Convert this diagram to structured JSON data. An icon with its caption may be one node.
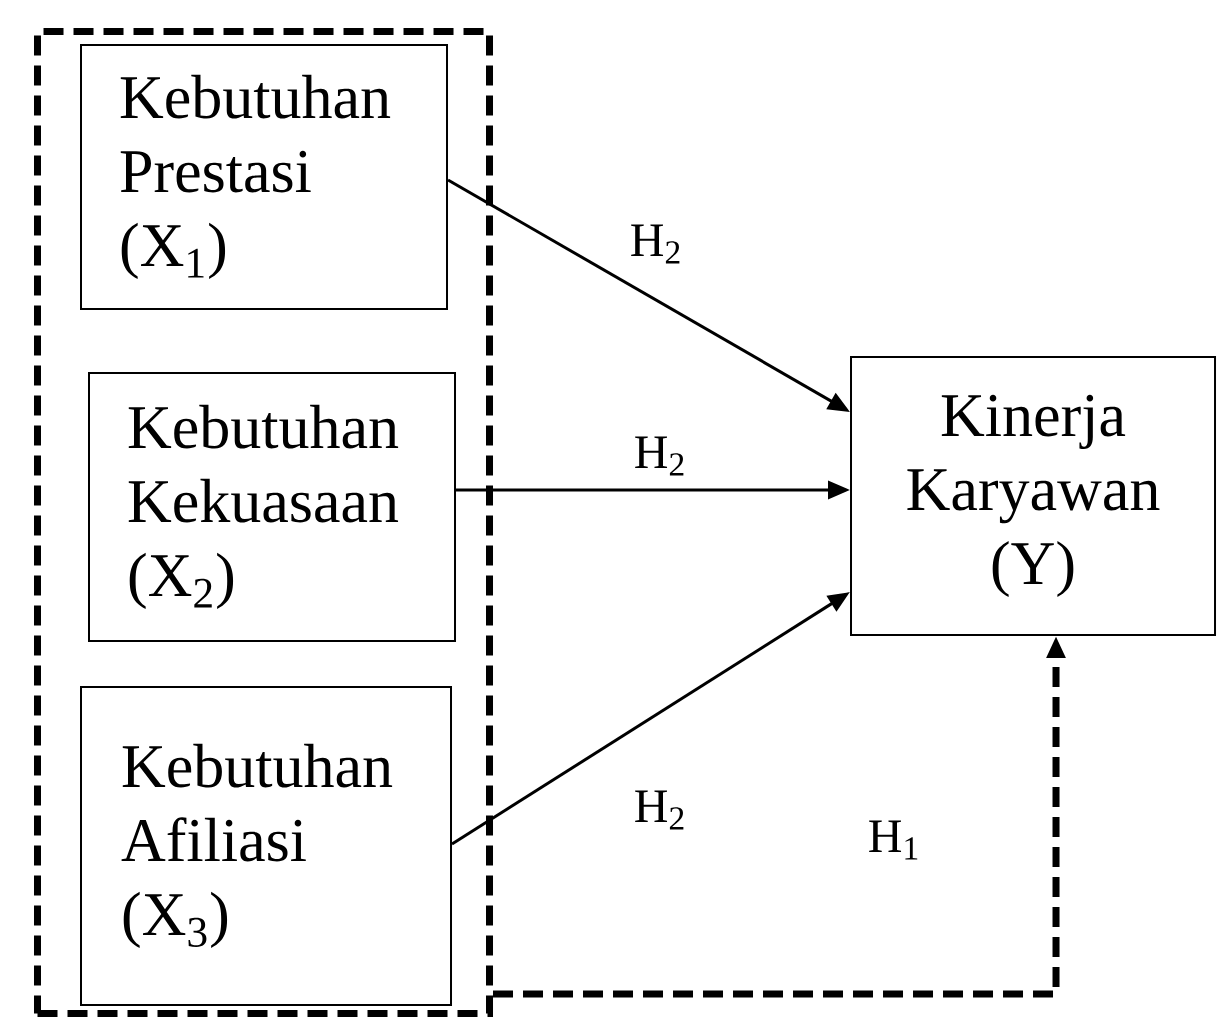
{
  "diagram": {
    "nodes": [
      {
        "text": [],
        "shape": "box"
      },
      {
        "text": [
          "Kebutuhan Prestasi (X$_{1}$)"
        ],
        "in": 0
      },
      {
        "text": [
          "Kebutuhan Kekuasaan (X$_{2}$)"
        ],
        "in": 0
      },
      {
        "text": [
          "Kebutuhan Afiliasi (X$_{3}$)"
        ],
        "in": 0
      },
      {
        "text": [
          "Kinerja Karyawan (Y)"
        ]
      }
    ],
    "edges": [
      {
        "from": 1,
        "to": 4,
        "arrow": "to",
        "label": "H$_{2}$"
      },
      {
        "from": 2,
        "to": 4,
        "arrow": "to",
        "label": "H$_{2}$"
      },
      {
        "from": 3,
        "to": 4,
        "arrow": "to",
        "label": "H$_{2}$"
      },
      {
        "from": 0,
        "to": 4,
        "arrow": "to",
        "label": "H$_{1}$",
        "style": "dashed"
      }
    ]
  }
}
